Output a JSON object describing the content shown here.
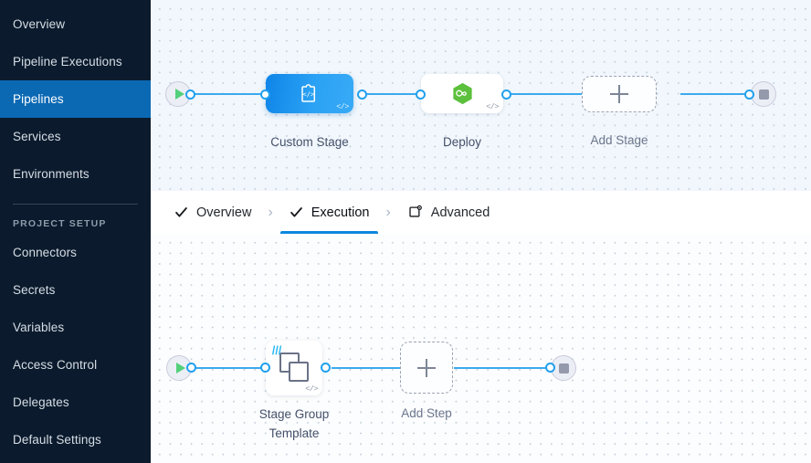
{
  "theme": {
    "sidebar_bg": "#0b1b2d",
    "sidebar_active_bg": "#0b69b4",
    "canvas_top_bg": "#f1f7fc",
    "canvas_bottom_bg": "#fcfdfe",
    "edge_color": "#3ba9ef",
    "accent_blue": "#0b87e0",
    "deploy_green": "#5cc03c",
    "start_green": "#52d07a"
  },
  "sidebar": {
    "items": [
      {
        "label": "Overview",
        "active": false
      },
      {
        "label": "Pipeline Executions",
        "active": false
      },
      {
        "label": "Pipelines",
        "active": true
      },
      {
        "label": "Services",
        "active": false
      },
      {
        "label": "Environments",
        "active": false
      }
    ],
    "section_label": "PROJECT SETUP",
    "setup_items": [
      {
        "label": "Connectors"
      },
      {
        "label": "Secrets"
      },
      {
        "label": "Variables"
      },
      {
        "label": "Access Control"
      },
      {
        "label": "Delegates"
      },
      {
        "label": "Default Settings"
      }
    ]
  },
  "tabs": [
    {
      "label": "Overview",
      "icon": "check-icon",
      "active": false,
      "completed": true
    },
    {
      "label": "Execution",
      "icon": "check-icon",
      "active": true,
      "completed": true
    },
    {
      "label": "Advanced",
      "icon": "advanced-settings-icon",
      "active": false,
      "completed": false
    }
  ],
  "tab_separator": "›",
  "stage_canvas": {
    "start_node": "pipeline-start",
    "end_node": "pipeline-end",
    "nodes": [
      {
        "id": "custom-stage",
        "label": "Custom Stage",
        "type": "custom",
        "icon": "custom-stage-icon",
        "code_badge": "</>"
      },
      {
        "id": "deploy-stage",
        "label": "Deploy",
        "type": "deploy",
        "icon": "harness-deploy-icon",
        "code_badge": "</>"
      },
      {
        "id": "add-stage",
        "label": "Add Stage",
        "type": "add",
        "icon": "plus-icon"
      }
    ]
  },
  "step_canvas": {
    "start_node": "execution-start",
    "end_node": "execution-end",
    "nodes": [
      {
        "id": "stage-group-template",
        "label": "Stage Group\nTemplate",
        "type": "template",
        "icon": "stage-group-template-icon",
        "code_badge": "</>"
      },
      {
        "id": "add-step",
        "label": "Add Step",
        "type": "add",
        "icon": "plus-icon"
      }
    ]
  }
}
